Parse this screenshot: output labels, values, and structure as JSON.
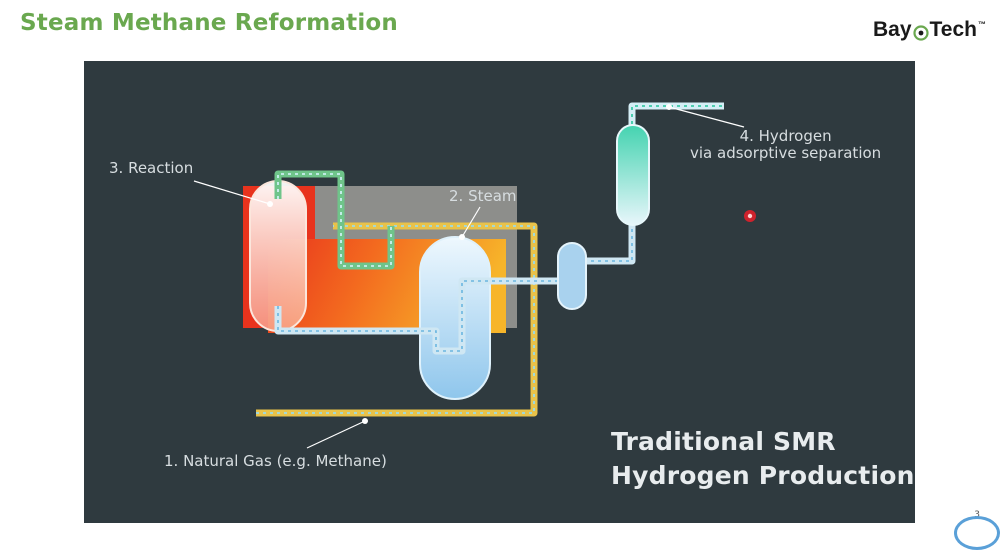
{
  "slide": {
    "title": "Steam Methane Reformation",
    "page_number": "3"
  },
  "logo": {
    "text_a": "Bay",
    "text_b": "Tech",
    "trademark": "™"
  },
  "diagram": {
    "labels": {
      "natural_gas": "1. Natural Gas (e.g. Methane)",
      "steam": "2. Steam",
      "reaction": "3. Reaction",
      "hydrogen_line1": "4. Hydrogen",
      "hydrogen_line2": "via adsorptive separation"
    },
    "caption_line1": "Traditional SMR",
    "caption_line2": "Hydrogen Production"
  },
  "colors": {
    "title_green": "#6aa84f",
    "panel_bg": "#2f3a3f",
    "gas_pipe_yellow": "#e8c24a",
    "steam_pipe_green": "#6fc48a",
    "hydrogen_teal": "#48d1b0",
    "furnace_red": "#e83a1e",
    "furnace_orange": "#f6a623",
    "steam_blue": "#bfe3f8",
    "laser_pointer": "#e0202a"
  }
}
